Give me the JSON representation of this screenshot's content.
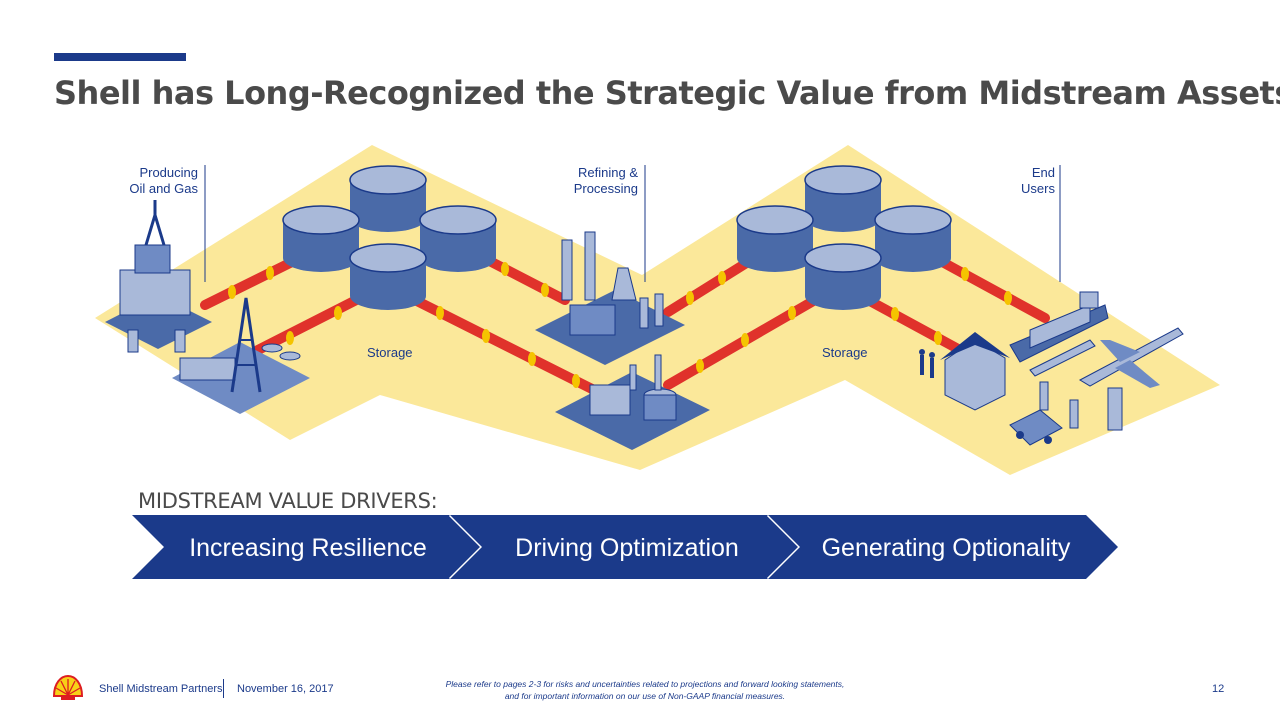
{
  "slide": {
    "title": "Shell has Long-Recognized the Strategic Value from Midstream Assets",
    "accent_color": "#1b3a8a"
  },
  "diagram": {
    "labels": {
      "producing": [
        "Producing",
        "Oil and Gas"
      ],
      "refining": [
        "Refining &",
        "Processing"
      ],
      "end_users": [
        "End",
        "Users"
      ],
      "storage_left": "Storage",
      "storage_right": "Storage"
    },
    "colors": {
      "ground": "#fbe89a",
      "pipeline": "#e0322b",
      "pipe_joint": "#f5c400",
      "tank": "#a9b9d9",
      "tank_dark": "#4a6aa8",
      "navy": "#1b3a8a"
    }
  },
  "drivers": {
    "heading": "MIDSTREAM VALUE DRIVERS:",
    "items": [
      "Increasing Resilience",
      "Driving Optimization",
      "Generating Optionality"
    ]
  },
  "footer": {
    "brand": "Shell Midstream Partners",
    "date": "November 16, 2017",
    "disclaimer_line1": "Please refer to pages 2-3 for risks and uncertainties related to projections and forward looking statements,",
    "disclaimer_line2": "and for important information on our use of Non-GAAP financial measures.",
    "page_number": "12"
  }
}
